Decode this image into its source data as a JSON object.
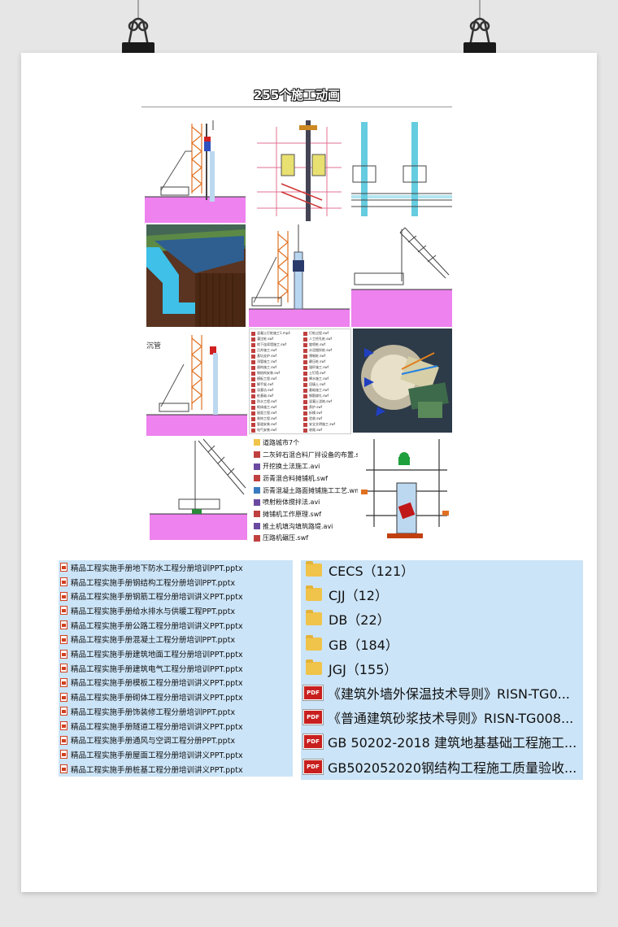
{
  "poster": {
    "title": "255个施工动画"
  },
  "thumbnails": [
    {
      "label": "pile-driver-animation"
    },
    {
      "label": "rebar-section-animation"
    },
    {
      "label": "steel-column-animation"
    },
    {
      "label": "basement-waterproofing-3d"
    },
    {
      "label": "drilling-rig-animation"
    },
    {
      "label": "crane-piling-animation"
    },
    {
      "label": "crane-rig-animation-2"
    },
    {
      "label": "file-list-screenshot"
    },
    {
      "label": "machinery-3d-render"
    },
    {
      "label": "crawler-crane-animation"
    },
    {
      "label": "file-list-screenshot-2"
    },
    {
      "label": "hoisting-frame-animation"
    }
  ],
  "thumb_caption": "沉管",
  "small_file_list": [
    "混凝土打桩施工1.mp4",
    "灌注桩.swf",
    "地下连续墙施工.swf",
    "沉井施工.swf",
    "基坑支护.swf",
    "顶管施工.swf",
    "盾构施工.swf",
    "钢结构安装.swf",
    "模板工程.swf",
    "脚手架.swf",
    "深基坑.swf",
    "桩基础.swf",
    "防水工程.swf",
    "砌体施工.swf",
    "屋面工程.swf",
    "装饰工程.swf",
    "管道安装.swf",
    "电气安装.swf"
  ],
  "small_file_list_right": [
    "打桩过程.swf",
    "人工挖孔桩.swf",
    "旋喷桩.swf",
    "水泥搅拌桩.swf",
    "预制桩.swf",
    "静压桩.swf",
    "锚杆施工.swf",
    "土钉墙.swf",
    "降水施工.swf",
    "回填土.swf",
    "基础施工.swf",
    "钢筋绑扎.swf",
    "混凝土浇筑.swf",
    "养护.swf",
    "拆模.swf",
    "验收.swf",
    "安全文明施工.swf",
    "收尾.swf"
  ],
  "file_list_2": [
    {
      "name": "道路城市7个",
      "type": "folder"
    },
    {
      "name": "二灰碎石混合料厂拌设备的布置.swf",
      "type": "swf"
    },
    {
      "name": "开挖换土法施工.avi",
      "type": "avi"
    },
    {
      "name": "沥青混合料摊铺机.swf",
      "type": "swf"
    },
    {
      "name": "沥青混凝土路面摊铺施工工艺.wmv",
      "type": "wmv"
    },
    {
      "name": "喷射粉体搅拌法.avi",
      "type": "avi"
    },
    {
      "name": "摊铺机工作原理.swf",
      "type": "swf"
    },
    {
      "name": "推土机填沟填筑路堤.avi",
      "type": "avi"
    },
    {
      "name": "压路机碾压.swf",
      "type": "swf"
    }
  ],
  "pptx_files": [
    "精品工程实施手册地下防水工程分册培训PPT.pptx",
    "精品工程实施手册钢结构工程分册培训PPT.pptx",
    "精品工程实施手册钢筋工程分册培训讲义PPT.pptx",
    "精品工程实施手册给水排水与供暖工程PPT.pptx",
    "精品工程实施手册公路工程分册培训讲义PPT.pptx",
    "精品工程实施手册混凝土工程分册培训PPT.pptx",
    "精品工程实施手册建筑地面工程分册培训PPT.pptx",
    "精品工程实施手册建筑电气工程分册培训PPT.pptx",
    "精品工程实施手册模板工程分册培训讲义PPT.pptx",
    "精品工程实施手册砌体工程分册培训讲义PPT.pptx",
    "精品工程实施手册饰装修工程分册培训PPT.pptx",
    "精品工程实施手册隧道工程分册培训讲义PPT.pptx",
    "精品工程实施手册通风与空调工程分册PPT.pptx",
    "精品工程实施手册屋面工程分册培训讲义PPT.pptx",
    "精品工程实施手册桩基工程分册培训讲义PPT.pptx"
  ],
  "right_items": [
    {
      "type": "folder",
      "label": "CECS（121）"
    },
    {
      "type": "folder",
      "label": "CJJ（12）"
    },
    {
      "type": "folder",
      "label": "DB（22）"
    },
    {
      "type": "folder",
      "label": "GB（184）"
    },
    {
      "type": "folder",
      "label": "JGJ（155）"
    },
    {
      "type": "pdf",
      "label": "《建筑外墙外保温技术导则》RISN-TG0..."
    },
    {
      "type": "pdf",
      "label": "《普通建筑砂浆技术导则》RISN-TG008..."
    },
    {
      "type": "pdf",
      "label": "GB 50202-2018 建筑地基基础工程施工..."
    },
    {
      "type": "pdf",
      "label": "GB502052020钢结构工程施工质量验收..."
    }
  ],
  "pdf_icon_text": "PDF",
  "colors": {
    "background": "#e6e6e6",
    "sheet": "#ffffff",
    "selection": "#cce4f7",
    "ground": "#ee82ee",
    "folder": "#f0c34a",
    "pdf": "#c8201e"
  }
}
